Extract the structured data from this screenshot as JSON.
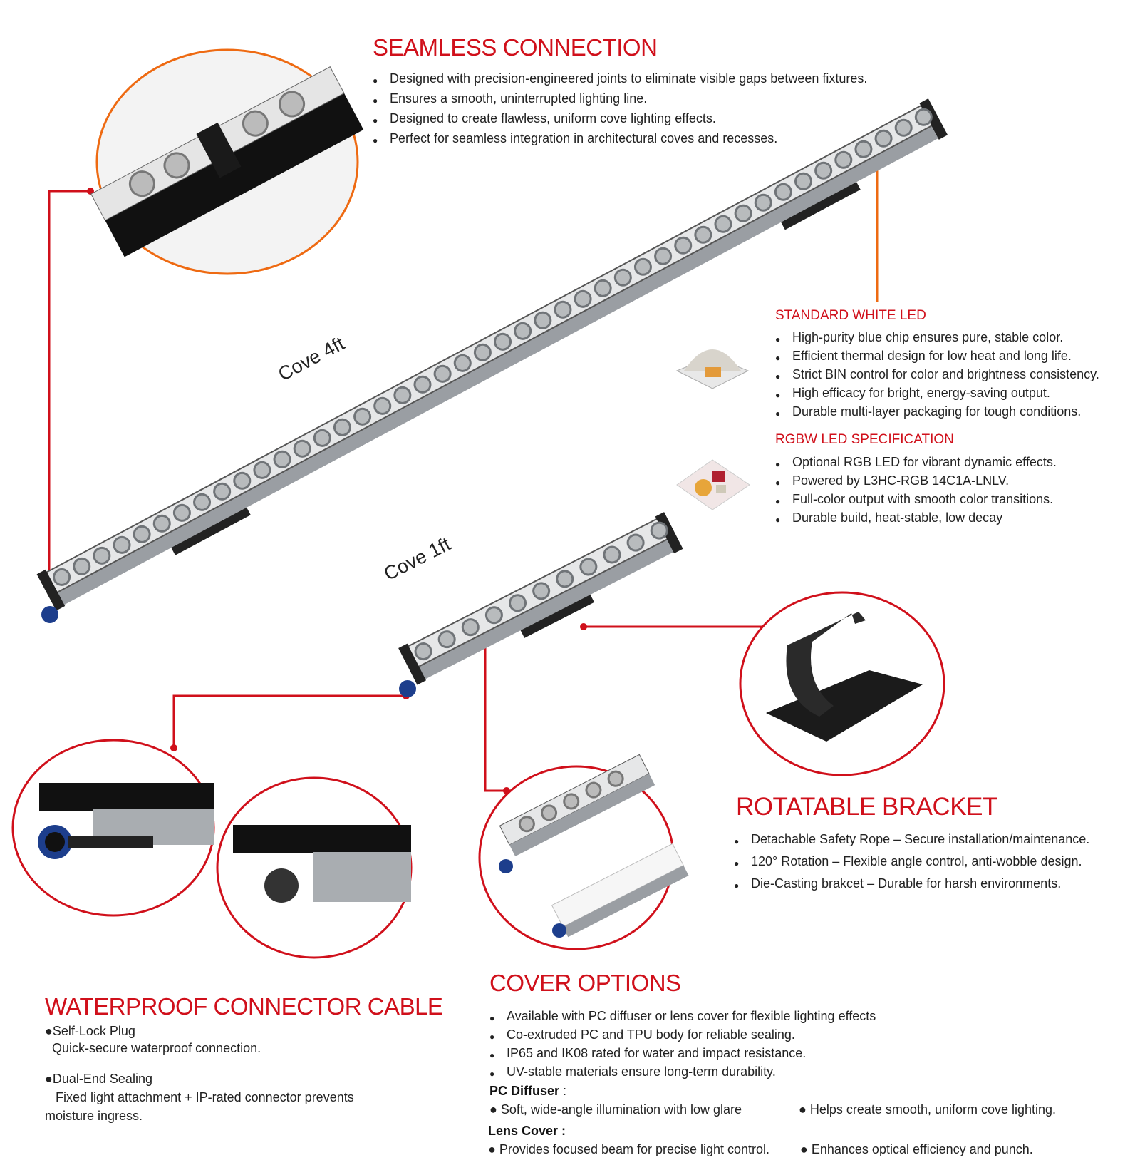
{
  "colors": {
    "accent_red": "#d0101b",
    "accent_orange": "#ee6a12"
  },
  "seamless": {
    "title": "SEAMLESS CONNECTION",
    "bullets": [
      "Designed with precision-engineered joints to eliminate visible gaps between fixtures.",
      "Ensures a smooth, uninterrupted lighting line.",
      "Designed to create flawless, uniform cove lighting effects.",
      "Perfect for seamless integration in architectural coves and recesses."
    ]
  },
  "products": {
    "cove4": "Cove 4ft",
    "cove1": "Cove 1ft"
  },
  "white_led": {
    "title": "STANDARD WHITE LED",
    "bullets": [
      "High-purity blue chip ensures pure, stable color.",
      "Efficient thermal design for low heat and long life.",
      "Strict BIN control for color and brightness consistency.",
      "High efficacy for bright, energy-saving output.",
      "Durable multi-layer packaging for tough conditions."
    ]
  },
  "rgbw_led": {
    "title": "RGBW LED SPECIFICATION",
    "bullets": [
      "Optional RGB LED for vibrant dynamic effects.",
      "Powered by L3HC-RGB 14C1A-LNLV.",
      "Full-color output with smooth color transitions.",
      "Durable build, heat-stable, low decay"
    ]
  },
  "bracket": {
    "title": "ROTATABLE BRACKET",
    "bullets": [
      "Detachable Safety Rope  –  Secure installation/maintenance.",
      "120° Rotation   –  Flexible angle control, anti-wobble design.",
      "Die-Casting brakcet  –  Durable for harsh environments."
    ]
  },
  "waterproof": {
    "title": "WATERPROOF CONNECTOR CABLE",
    "item1_title": "●Self-Lock Plug",
    "item1_text": "Quick-secure waterproof connection.",
    "item2_title": "●Dual-End Sealing",
    "item2_text1": "Fixed light attachment + IP-rated connector prevents",
    "item2_text2": "moisture ingress."
  },
  "cover": {
    "title": "COVER OPTIONS",
    "bullets": [
      "Available with PC diffuser or lens cover for flexible lighting effects",
      "Co-extruded PC and TPU body for reliable sealing.",
      "IP65 and IK08 rated for water and impact resistance.",
      "UV-stable materials ensure long-term durability."
    ],
    "pc_title": "PC Diffuser",
    "pc_colon": " :",
    "pc_left": "● Soft, wide-angle illumination with low glare",
    "pc_right": "● Helps create smooth, uniform cove lighting.",
    "lens_title": "Lens Cover :",
    "lens_left": "● Provides focused beam for precise light control.",
    "lens_right": "● Enhances optical efficiency and punch."
  }
}
